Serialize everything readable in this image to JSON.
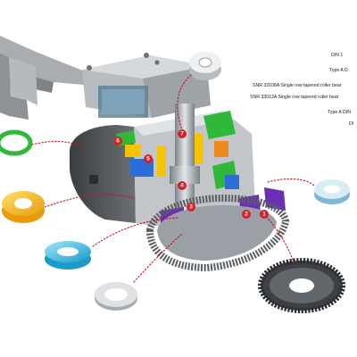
{
  "labels": [
    "DIN 1",
    "Type A D",
    "SNR 33108A Single row tapered roller bear",
    "SNR 33013A Single row tapered roller bear",
    "Type A DIN",
    "DI"
  ],
  "callouts": [
    "1",
    "2",
    "3",
    "4",
    "5",
    "6",
    "7"
  ],
  "colors": {
    "callout_red": "#d2232a",
    "leader_red": "#c8141e",
    "green_ring": "#2fb83a",
    "yellow_ring": "#f5b816",
    "cyan_ring": "#2bb7de",
    "purple": "#6a2fb5",
    "housing_grey": "#9aa0a6"
  },
  "icons": [
    "green-ring-icon",
    "yellow-bearing-icon",
    "cyan-bearing-icon",
    "silver-washer-icon",
    "top-bearing-icon",
    "right-bearing-icon",
    "ring-gear-icon"
  ]
}
